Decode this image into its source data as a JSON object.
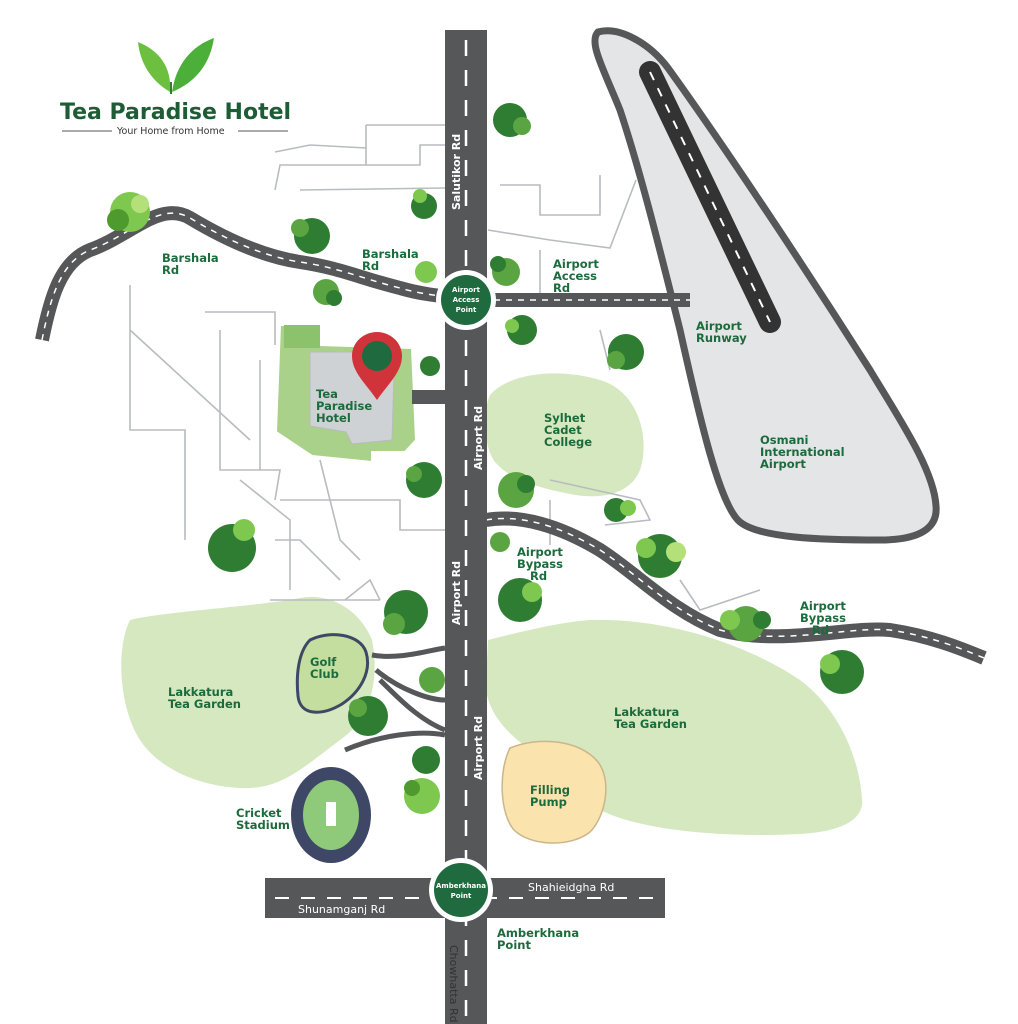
{
  "brand": {
    "name": "Tea Paradise Hotel",
    "tagline": "Your Home from Home",
    "color": "#1d5c34",
    "leaf_color": "#4caf3a"
  },
  "colors": {
    "road": "#555759",
    "road_dash": "#ffffff",
    "minor_road": "#b8bcc0",
    "tea_garden": "#d5e8c0",
    "hotel_ground": "#a9d18a",
    "building": "#cfd2d4",
    "airport": "#e4e5e6",
    "pump": "#fbe3ae",
    "stadium": "#3e4766",
    "stadium_field": "#8fc97a",
    "badge": "#1f6b3f",
    "pin": "#d0343a",
    "tree_dark": "#2e7d32",
    "tree_light": "#7ec850",
    "label": "#1c6b3c"
  },
  "map": {
    "hotel_label_1": "Tea",
    "hotel_label_2": "Paradise",
    "hotel_label_3": "Hotel",
    "marker_icon": "map-pin-icon",
    "roads": {
      "salutikor": "Salutikor Rd",
      "airport_upper": "Airport Rd",
      "airport_middle": "Airport Rd",
      "airport_lower": "Airport Rd",
      "chowhatta": "Chowhatta Rd",
      "shunamganj": "Shunamganj Rd",
      "shahieidgha": "Shahieidgha Rd"
    },
    "labels": {
      "barshala_left_1": "Barshala",
      "barshala_left_2": "Rd",
      "barshala_mid_1": "Barshala",
      "barshala_mid_2": "Rd",
      "airport_access_1": "Airport",
      "airport_access_2": "Access",
      "airport_access_3": "Rd",
      "runway_1": "Airport",
      "runway_2": "Runway",
      "osmani_1": "Osmani",
      "osmani_2": "International",
      "osmani_3": "Airport",
      "cadet_1": "Sylhet",
      "cadet_2": "Cadet",
      "cadet_3": "College",
      "bypass_mid_1": "Airport",
      "bypass_mid_2": "Bypass",
      "bypass_mid_3": "Rd",
      "bypass_right_1": "Airport",
      "bypass_right_2": "Bypass",
      "bypass_right_3": "Rd",
      "golf_1": "Golf",
      "golf_2": "Club",
      "tea_left_1": "Lakkatura",
      "tea_left_2": "Tea Garden",
      "tea_right_1": "Lakkatura",
      "tea_right_2": "Tea Garden",
      "pump_1": "Filling",
      "pump_2": "Pump",
      "stadium_1": "Cricket",
      "stadium_2": "Stadium",
      "amberkhana_1": "Amberkhana",
      "amberkhana_2": "Point"
    },
    "badges": {
      "access_1": "Airport",
      "access_2": "Access",
      "access_3": "Point",
      "amber_1": "Amberkhana",
      "amber_2": "Point"
    }
  }
}
